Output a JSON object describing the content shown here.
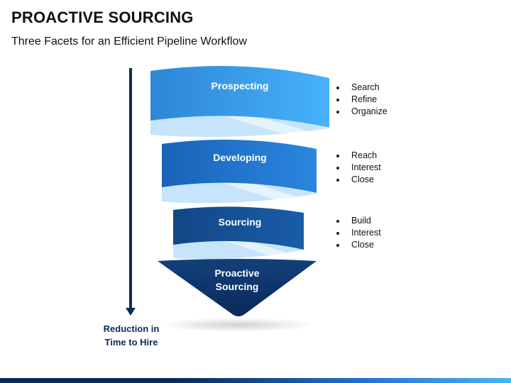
{
  "header": {
    "title": "PROACTIVE SOURCING",
    "subtitle": "Three Facets for an Efficient Pipeline Workflow"
  },
  "funnel": {
    "stages": [
      {
        "label": "Prospecting",
        "color": "#3b9fea",
        "bullets": [
          "Search",
          "Refine",
          "Organize"
        ]
      },
      {
        "label": "Developing",
        "color": "#1f6fc9",
        "bullets": [
          "Reach",
          "Interest",
          "Close"
        ]
      },
      {
        "label": "Sourcing",
        "color": "#165196",
        "bullets": [
          "Build",
          "Interest",
          "Close"
        ]
      }
    ],
    "tip": {
      "line1": "Proactive",
      "line2": "Sourcing",
      "color": "#0e3566"
    }
  },
  "arrow": {
    "label_line1": "Reduction in",
    "label_line2": "Time to Hire",
    "color": "#0b2a5c"
  }
}
